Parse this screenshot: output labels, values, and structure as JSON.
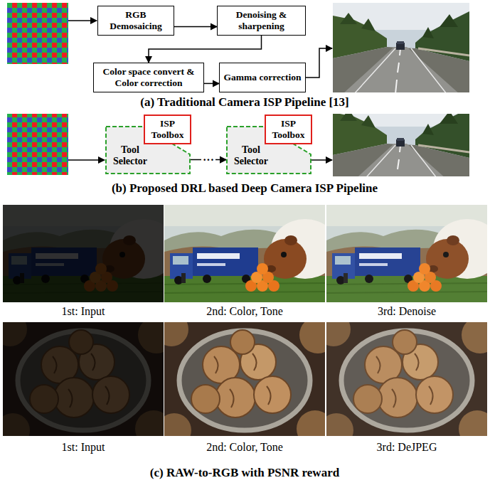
{
  "diagram": {
    "nodes": [
      {
        "text": [
          "RGB Demosaicing"
        ]
      },
      {
        "text": [
          "Denoising & sharpening"
        ]
      },
      {
        "text": [
          "Color space convert & Color correction"
        ]
      },
      {
        "text": [
          "Gamma correction"
        ]
      },
      {
        "text": [
          "Tool Selector"
        ]
      },
      {
        "text": [
          "ISP Toolbox"
        ]
      },
      {
        "text": [
          "Tool Selector"
        ]
      },
      {
        "text": [
          "ISP Toolbox"
        ]
      }
    ],
    "edges": [
      {
        "from": 0,
        "to": 1,
        "arrow": "to"
      },
      {
        "from": 1,
        "to": 2,
        "arrow": "to"
      },
      {
        "from": 2,
        "to": 3,
        "arrow": "to"
      },
      {
        "from": 4,
        "to": 6,
        "label": "···",
        "arrow": "to"
      }
    ],
    "labels": [
      "(a) Traditional Camera ISP Pipeline [13]",
      "(b) Proposed DRL based Deep Camera ISP Pipeline",
      "1st: Input",
      "2nd: Color, Tone",
      "3rd: Denoise",
      "1st: Input",
      "2nd: Color, Tone",
      "3rd: DeJPEG",
      "(c) RAW-to-RGB with PSNR reward"
    ]
  }
}
